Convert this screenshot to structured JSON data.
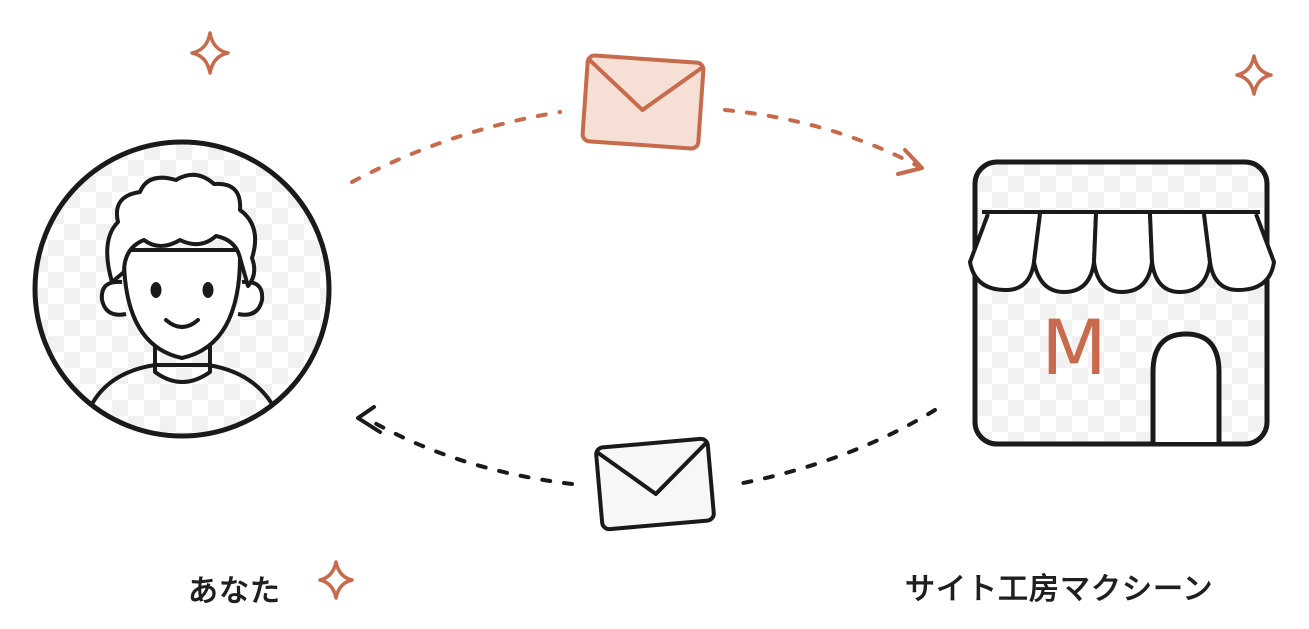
{
  "you": {
    "label": "あなた"
  },
  "shop": {
    "label": "サイト工房マクシーン",
    "sign_letter": "M"
  },
  "icons": {
    "person": "person-avatar-icon",
    "storefront": "storefront-icon",
    "outgoing_mail": "envelope-icon",
    "incoming_mail": "envelope-icon",
    "sparkle": "sparkle-icon"
  },
  "colors": {
    "accent": "#c86a4c",
    "outline": "#1a1a1a",
    "envelope_fill": "#f6dfd5",
    "checker": "#ececec"
  }
}
